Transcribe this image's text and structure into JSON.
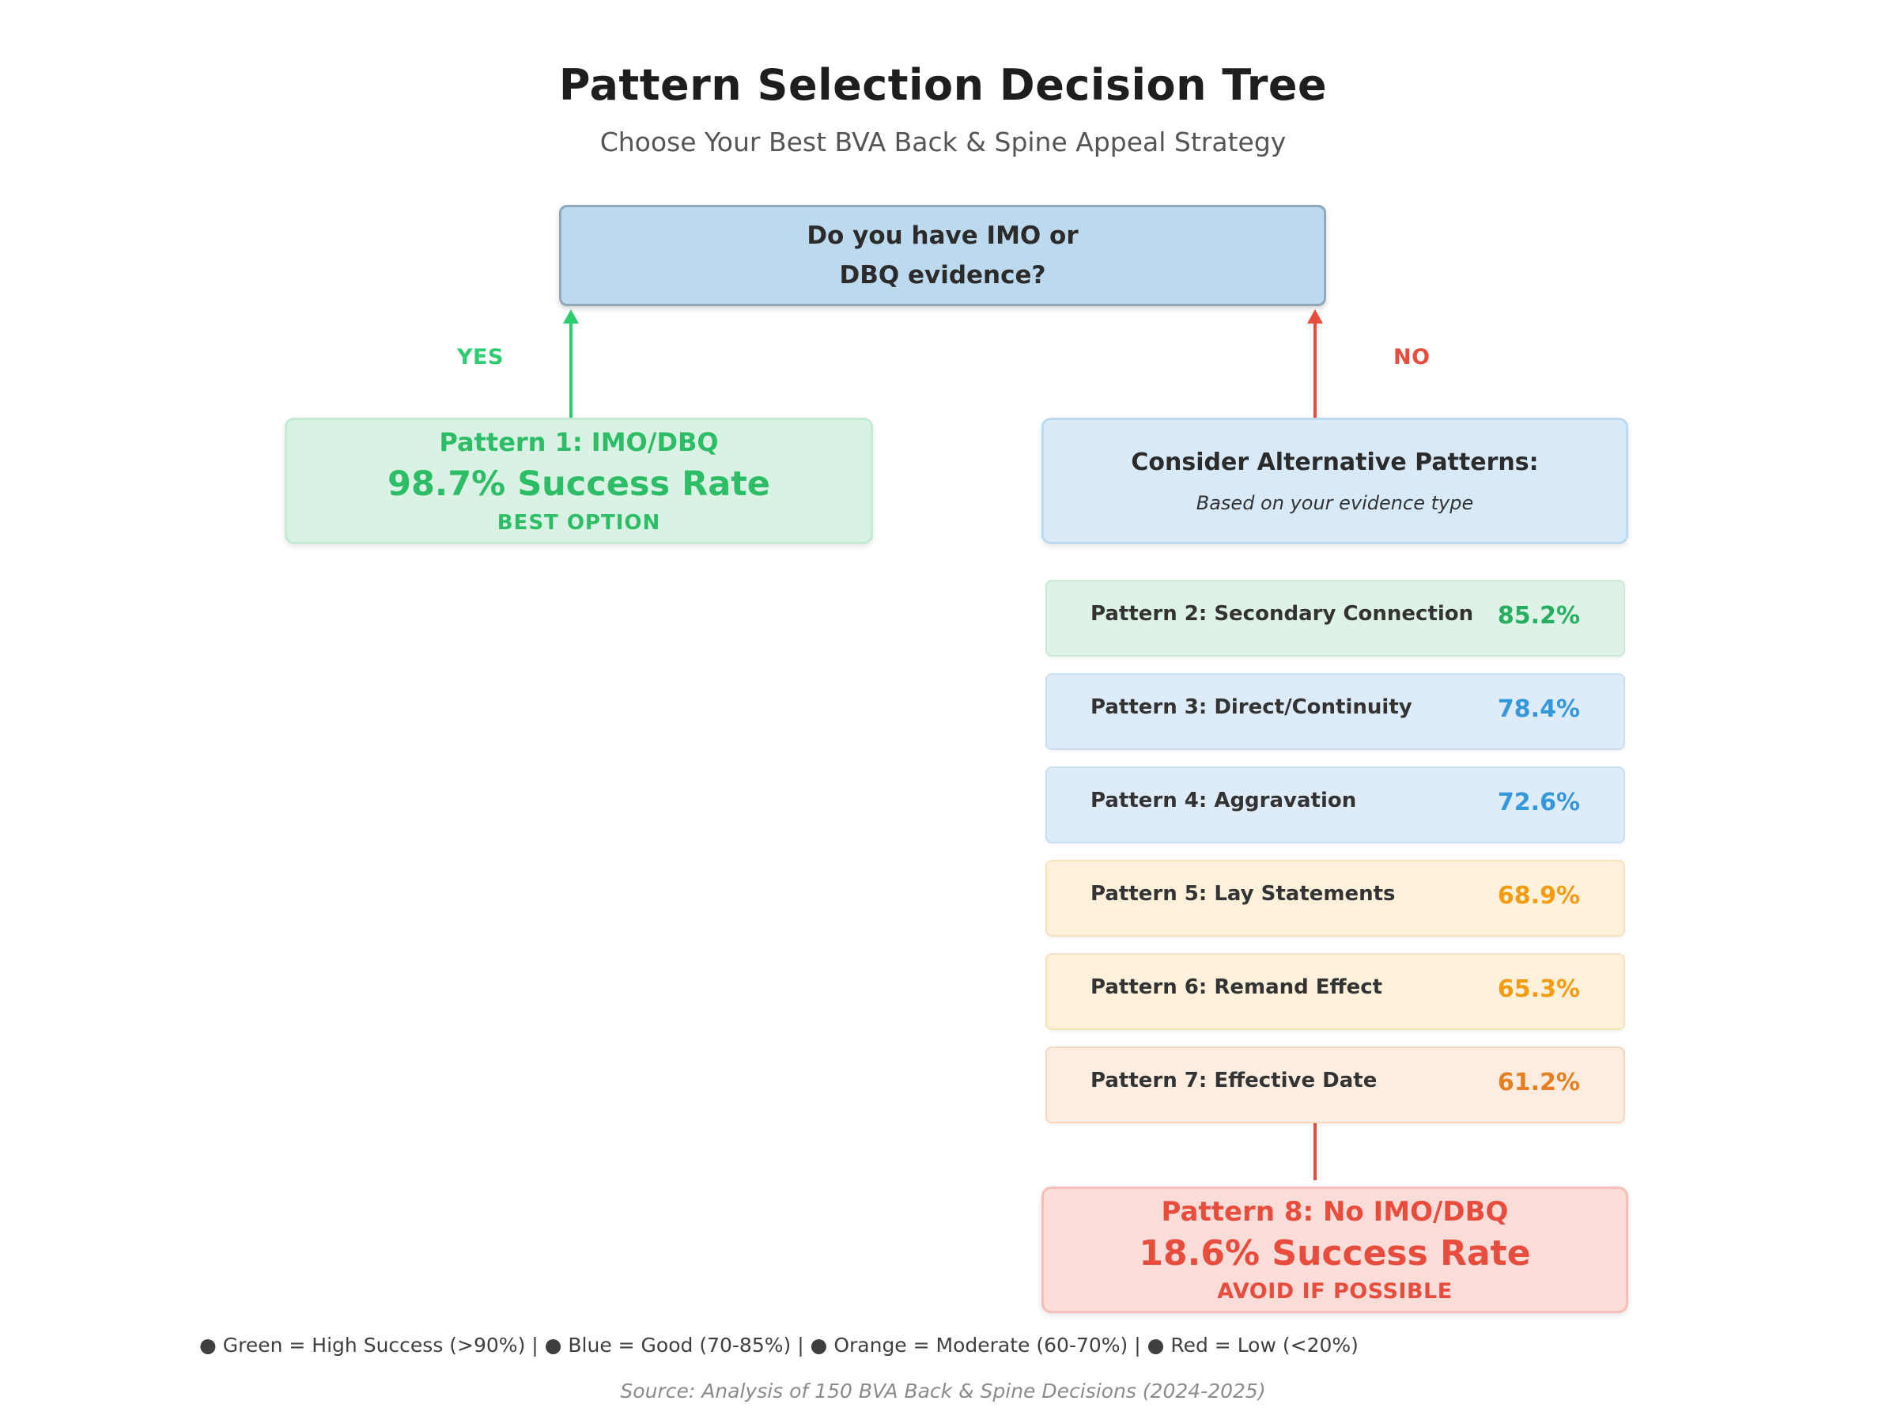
{
  "title": "Pattern Selection Decision Tree",
  "subtitle": "Choose Your Best BVA Back & Spine Appeal Strategy",
  "decision": {
    "line1": "Do you have IMO or",
    "line2": "DBQ evidence?"
  },
  "yes_branch": {
    "label": "YES",
    "pattern": {
      "name": "Pattern 1: IMO/DBQ",
      "rate": "98.7% Success Rate",
      "note": "BEST OPTION"
    }
  },
  "no_branch": {
    "label": "NO",
    "header": {
      "title": "Consider Alternative Patterns:",
      "subtitle": "Based on your evidence type"
    },
    "alternatives": [
      {
        "label": "Pattern 2: Secondary Connection",
        "rate": "85.2%",
        "tier": "green"
      },
      {
        "label": "Pattern 3: Direct/Continuity",
        "rate": "78.4%",
        "tier": "blue"
      },
      {
        "label": "Pattern 4: Aggravation",
        "rate": "72.6%",
        "tier": "blue"
      },
      {
        "label": "Pattern 5: Lay Statements",
        "rate": "68.9%",
        "tier": "orange"
      },
      {
        "label": "Pattern 6: Remand Effect",
        "rate": "65.3%",
        "tier": "orange"
      },
      {
        "label": "Pattern 7: Effective Date",
        "rate": "61.2%",
        "tier": "deep-orange"
      }
    ],
    "avoid": {
      "name": "Pattern 8: No IMO/DBQ",
      "rate": "18.6% Success Rate",
      "note": "AVOID IF POSSIBLE"
    }
  },
  "legend": {
    "text": "● Green = High Success (>90%) | ● Blue = Good (70-85%) | ● Orange = Moderate (60-70%) | ● Red = Low (<20%)"
  },
  "source": {
    "text": "Source: Analysis of 150 BVA Back & Spine Decisions (2024-2025)"
  },
  "colors": {
    "green": "#2ecc71",
    "green_dark": "#27ae60",
    "blue": "#3498db",
    "orange": "#f39c12",
    "deep_orange": "#e67e22",
    "red": "#e74c3c",
    "decision_fill": "#bcd9ee",
    "green_fill": "#d9f2e3",
    "blue_fill": "#d8e9f7",
    "orange_fill": "#fdf1dc",
    "red_fill": "#fadcd9"
  }
}
